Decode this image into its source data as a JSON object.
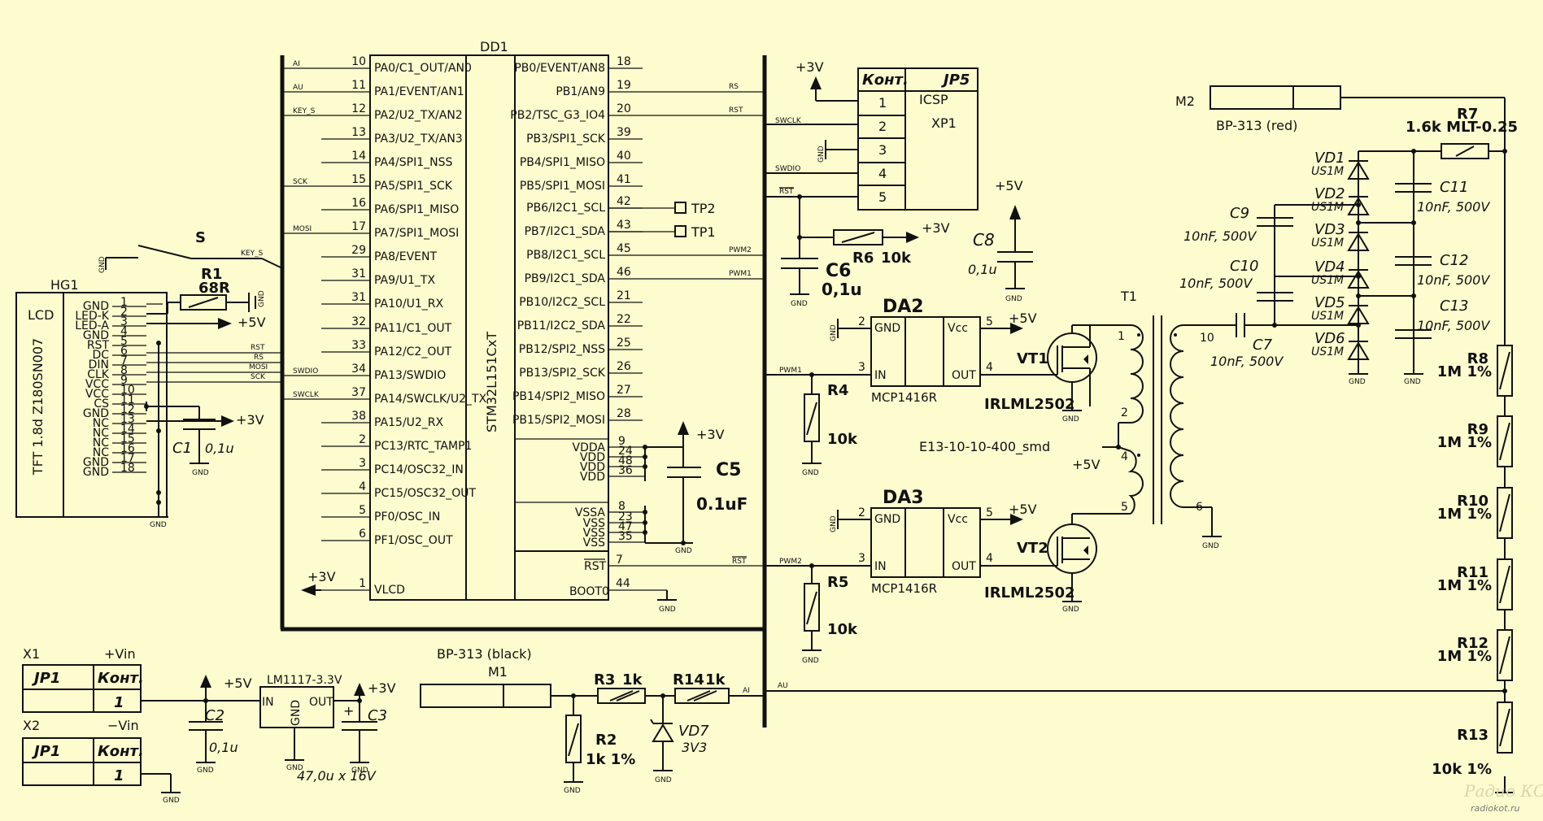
{
  "mcu": {
    "ref": "DD1",
    "part": "STM32L151CxT",
    "left_pins": [
      {
        "num": "10",
        "name": "PA0/C1_OUT/AN0",
        "net": "AI"
      },
      {
        "num": "11",
        "name": "PA1/EVENT/AN1",
        "net": "AU"
      },
      {
        "num": "12",
        "name": "PA2/U2_TX/AN2",
        "net": "KEY_S"
      },
      {
        "num": "13",
        "name": "PA3/U2_TX/AN3",
        "net": ""
      },
      {
        "num": "14",
        "name": "PA4/SPI1_NSS",
        "net": ""
      },
      {
        "num": "15",
        "name": "PA5/SPI1_SCK",
        "net": "SCK"
      },
      {
        "num": "16",
        "name": "PA6/SPI1_MISO",
        "net": ""
      },
      {
        "num": "17",
        "name": "PA7/SPI1_MOSI",
        "net": "MOSI"
      },
      {
        "num": "29",
        "name": "PA8/EVENT",
        "net": ""
      },
      {
        "num": "31",
        "name": "PA9/U1_TX",
        "net": ""
      },
      {
        "num": "31",
        "name": "PA10/U1_RX",
        "net": ""
      },
      {
        "num": "32",
        "name": "PA11/C1_OUT",
        "net": ""
      },
      {
        "num": "33",
        "name": "PA12/C2_OUT",
        "net": ""
      },
      {
        "num": "34",
        "name": "PA13/SWDIO",
        "net": "SWDIO"
      },
      {
        "num": "37",
        "name": "PA14/SWCLK/U2_TX",
        "net": "SWCLK"
      },
      {
        "num": "38",
        "name": "PA15/U2_RX",
        "net": ""
      },
      {
        "num": "2",
        "name": "PC13/RTC_TAMP1",
        "net": ""
      },
      {
        "num": "3",
        "name": "PC14/OSC32_IN",
        "net": ""
      },
      {
        "num": "4",
        "name": "PC15/OSC32_OUT",
        "net": ""
      },
      {
        "num": "5",
        "name": "PF0/OSC_IN",
        "net": ""
      },
      {
        "num": "6",
        "name": "PF1/OSC_OUT",
        "net": ""
      },
      {
        "num": "1",
        "name": "VLCD",
        "net": "+3V"
      }
    ],
    "right_pins": [
      {
        "num": "18",
        "name": "PB0/EVENT/AN8",
        "net": ""
      },
      {
        "num": "19",
        "name": "PB1/AN9",
        "net": "RS"
      },
      {
        "num": "20",
        "name": "PB2/TSC_G3_IO4",
        "net": "RST"
      },
      {
        "num": "39",
        "name": "PB3/SPI1_SCK",
        "net": ""
      },
      {
        "num": "40",
        "name": "PB4/SPI1_MISO",
        "net": ""
      },
      {
        "num": "41",
        "name": "PB5/SPI1_MOSI",
        "net": ""
      },
      {
        "num": "42",
        "name": "PB6/I2C1_SCL",
        "net": "TP2"
      },
      {
        "num": "43",
        "name": "PB7/I2C1_SDA",
        "net": "TP1"
      },
      {
        "num": "45",
        "name": "PB8/I2C1_SCL",
        "net": "PWM2"
      },
      {
        "num": "46",
        "name": "PB9/I2C1_SDA",
        "net": "PWM1"
      },
      {
        "num": "21",
        "name": "PB10/I2C2_SCL",
        "net": ""
      },
      {
        "num": "22",
        "name": "PB11/I2C2_SDA",
        "net": ""
      },
      {
        "num": "25",
        "name": "PB12/SPI2_NSS",
        "net": ""
      },
      {
        "num": "26",
        "name": "PB13/SPI2_SCK",
        "net": ""
      },
      {
        "num": "27",
        "name": "PB14/SPI2_MISO",
        "net": ""
      },
      {
        "num": "28",
        "name": "PB15/SPI2_MOSI",
        "net": ""
      }
    ],
    "power_pins": [
      {
        "num": "9",
        "name": "VDDA"
      },
      {
        "num": "24",
        "name": "VDD"
      },
      {
        "num": "48",
        "name": "VDD"
      },
      {
        "num": "36",
        "name": "VDD"
      },
      {
        "num": "8",
        "name": "VSSA"
      },
      {
        "num": "23",
        "name": "VSS"
      },
      {
        "num": "47",
        "name": "VSS"
      },
      {
        "num": "35",
        "name": "VSS"
      }
    ],
    "rst_pin": {
      "num": "7",
      "name": "RST",
      "net": "RST"
    },
    "boot_pin": {
      "num": "44",
      "name": "BOOT0"
    }
  },
  "lcd": {
    "ref": "HG1",
    "type": "LCD",
    "model": "TFT 1.8d Z180SN007",
    "pins": [
      {
        "num": "1",
        "name": "GND"
      },
      {
        "num": "2",
        "name": "LED-K"
      },
      {
        "num": "3",
        "name": "LED-A"
      },
      {
        "num": "4",
        "name": "GND"
      },
      {
        "num": "5",
        "name": "RST"
      },
      {
        "num": "6",
        "name": "DC"
      },
      {
        "num": "7",
        "name": "DIN"
      },
      {
        "num": "8",
        "name": "CLK"
      },
      {
        "num": "9",
        "name": "VCC"
      },
      {
        "num": "10",
        "name": "VCC"
      },
      {
        "num": "11",
        "name": "CS"
      },
      {
        "num": "12",
        "name": "GND"
      },
      {
        "num": "13",
        "name": "NC"
      },
      {
        "num": "14",
        "name": "NC"
      },
      {
        "num": "15",
        "name": "NC"
      },
      {
        "num": "16",
        "name": "NC"
      },
      {
        "num": "17",
        "name": "GND"
      },
      {
        "num": "18",
        "name": "GND"
      }
    ],
    "nets": {
      "rst": "RST",
      "rs": "RS",
      "mosi": "MOSI",
      "sck": "SCK"
    }
  },
  "connector_jp5": {
    "header_left": "Конт.",
    "header_right": "JP5",
    "rows": [
      {
        "num": "1",
        "desc": "ICSP"
      },
      {
        "num": "2",
        "desc": "XP1"
      },
      {
        "num": "3",
        "desc": ""
      },
      {
        "num": "4",
        "desc": ""
      },
      {
        "num": "5",
        "desc": ""
      }
    ],
    "nets": {
      "swclk": "SWCLK",
      "swdio": "SWDIO",
      "rst": "RST"
    }
  },
  "input_connectors": [
    {
      "ref": "X1",
      "signal": "+Vin",
      "col1": "JP1",
      "col2": "Конт.",
      "pin": "1"
    },
    {
      "ref": "X2",
      "signal": "−Vin",
      "col1": "JP1",
      "col2": "Конт.",
      "pin": "1"
    }
  ],
  "regulator": {
    "ref": "LM1117-3.3V",
    "in": "IN",
    "out": "OUT",
    "gnd": "GND"
  },
  "drivers": [
    {
      "ref": "DA2",
      "part": "MCP1416R",
      "gnd": "GND",
      "vcc": "Vcc",
      "in": "IN",
      "out": "OUT",
      "pins": [
        "2",
        "5",
        "3",
        "4"
      ],
      "net": "PWM1"
    },
    {
      "ref": "DA3",
      "part": "MCP1416R",
      "gnd": "GND",
      "vcc": "Vcc",
      "in": "IN",
      "out": "OUT",
      "pins": [
        "2",
        "5",
        "3",
        "4"
      ],
      "net": "PWM2"
    }
  ],
  "transistors": [
    {
      "ref": "VT1",
      "part": "IRLML2502"
    },
    {
      "ref": "VT2",
      "part": "IRLML2502"
    }
  ],
  "transformer": {
    "ref": "T1",
    "part": "E13-10-10-400_smd",
    "pins": [
      "1",
      "2",
      "4",
      "5",
      "10",
      "6"
    ]
  },
  "tubes": [
    {
      "ref": "M2",
      "name": "BP-313 (red)"
    },
    {
      "ref": "M1",
      "name": "BP-313 (black)"
    }
  ],
  "resistors": {
    "R1": {
      "ref": "R1",
      "value": "68R"
    },
    "R2": {
      "ref": "R2",
      "value": "1k 1%"
    },
    "R3": {
      "ref": "R3",
      "value": "1k"
    },
    "R14": {
      "ref": "R14",
      "value": "1k"
    },
    "R4": {
      "ref": "R4",
      "value": "10k"
    },
    "R5": {
      "ref": "R5",
      "value": "10k"
    },
    "R6": {
      "ref": "R6",
      "value": "10k"
    },
    "R7": {
      "ref": "R7",
      "value": "1.6k MLT-0.25"
    },
    "R8": {
      "ref": "R8",
      "value": "1M 1%"
    },
    "R9": {
      "ref": "R9",
      "value": "1M 1%"
    },
    "R10": {
      "ref": "R10",
      "value": "1M 1%"
    },
    "R11": {
      "ref": "R11",
      "value": "1M 1%"
    },
    "R12": {
      "ref": "R12",
      "value": "1M 1%"
    },
    "R13": {
      "ref": "R13",
      "value": "10k 1%"
    }
  },
  "capacitors": {
    "C1": {
      "ref": "C1",
      "value": "0,1u"
    },
    "C2": {
      "ref": "C2",
      "value": "0,1u"
    },
    "C3": {
      "ref": "C3",
      "value": "47,0u x 16V"
    },
    "C5": {
      "ref": "C5",
      "value": "0.1uF"
    },
    "C6": {
      "ref": "C6",
      "value": "0,1u"
    },
    "C7": {
      "ref": "C7",
      "value": "10nF, 500V"
    },
    "C8": {
      "ref": "C8",
      "value": "0,1u"
    },
    "C9": {
      "ref": "C9",
      "value": "10nF, 500V"
    },
    "C10": {
      "ref": "C10",
      "value": "10nF, 500V"
    },
    "C11": {
      "ref": "C11",
      "value": "10nF, 500V"
    },
    "C12": {
      "ref": "C12",
      "value": "10nF, 500V"
    },
    "C13": {
      "ref": "C13",
      "value": "10nF, 500V"
    }
  },
  "diodes": [
    {
      "ref": "VD1",
      "value": "US1M"
    },
    {
      "ref": "VD2",
      "value": "US1M"
    },
    {
      "ref": "VD3",
      "value": "US1M"
    },
    {
      "ref": "VD4",
      "value": "US1M"
    },
    {
      "ref": "VD5",
      "value": "US1M"
    },
    {
      "ref": "VD6",
      "value": "US1M"
    }
  ],
  "zener": {
    "ref": "VD7",
    "value": "3V3"
  },
  "switch": {
    "ref": "S",
    "net": "KEY_S"
  },
  "test_points": [
    "TP2",
    "TP1"
  ],
  "nets": {
    "gnd": "GND",
    "p3v": "+3V",
    "p5v": "+5V",
    "pwm1": "PWM1",
    "pwm2": "PWM2",
    "ai": "AI",
    "au": "AU",
    "rst": "RST",
    "swclk": "SWCLK",
    "swdio": "SWDIO",
    "key_s": "KEY_S"
  },
  "watermark": {
    "line1": "Радио КОТ",
    "line2": "radiokot.ru"
  }
}
